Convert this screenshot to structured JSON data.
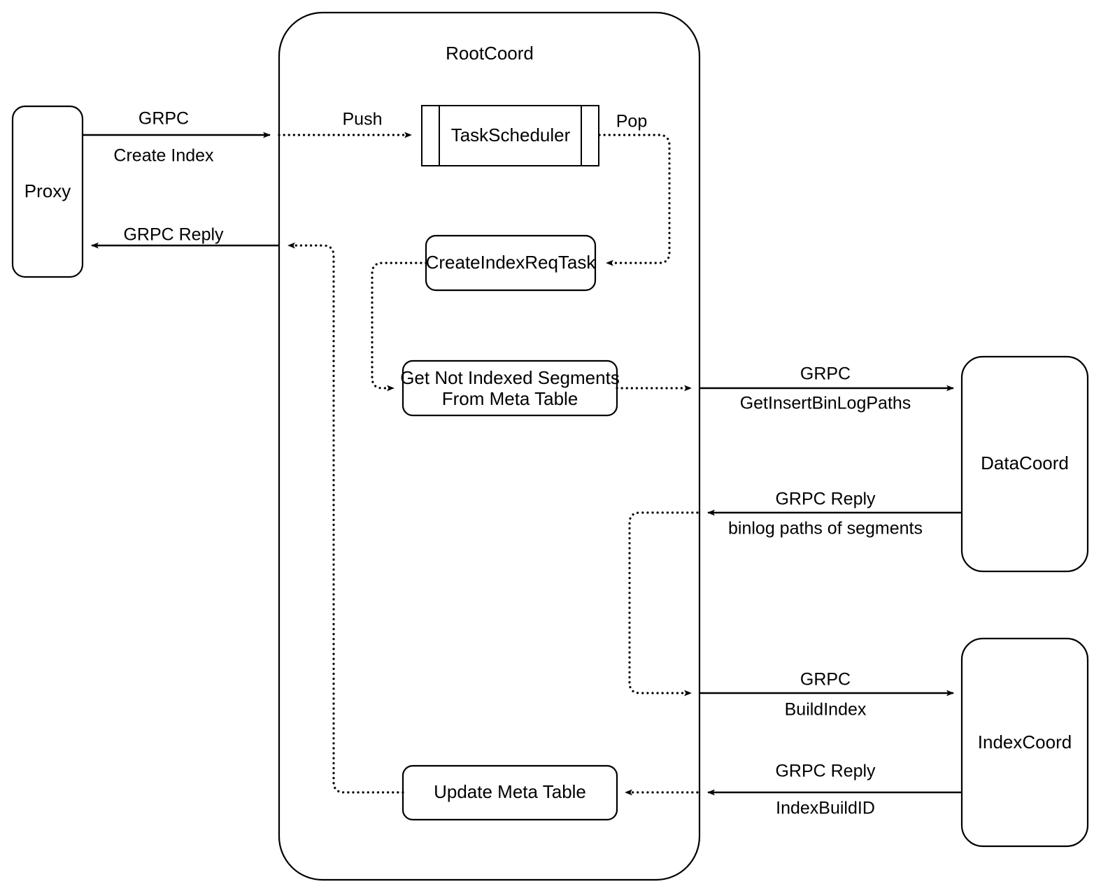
{
  "diagram": {
    "title": "RootCoord",
    "container": {
      "label": "RootCoord"
    },
    "nodes": {
      "proxy": "Proxy",
      "task_scheduler": "TaskScheduler",
      "create_index_req_task": "CreateIndexReqTask",
      "get_not_indexed_segments_line1": "Get Not Indexed Segments",
      "get_not_indexed_segments_line2": "From Meta Table",
      "update_meta_table": "Update Meta Table",
      "data_coord": "DataCoord",
      "index_coord": "IndexCoord"
    },
    "edges": {
      "proxy_to_rootcoord_line1": "GRPC",
      "proxy_to_rootcoord_line2": "Create Index",
      "rootcoord_to_proxy": "GRPC Reply",
      "push": "Push",
      "pop": "Pop",
      "to_datacoord_line1": "GRPC",
      "to_datacoord_line2": "GetInsertBinLogPaths",
      "from_datacoord_line1": "GRPC Reply",
      "from_datacoord_line2": "binlog paths of segments",
      "to_indexcoord_line1": "GRPC",
      "to_indexcoord_line2": "BuildIndex",
      "from_indexcoord_line1": "GRPC Reply",
      "from_indexcoord_line2": "IndexBuildID"
    },
    "colors": {
      "stroke": "#000000",
      "fill": "#ffffff",
      "text": "#000000"
    }
  }
}
